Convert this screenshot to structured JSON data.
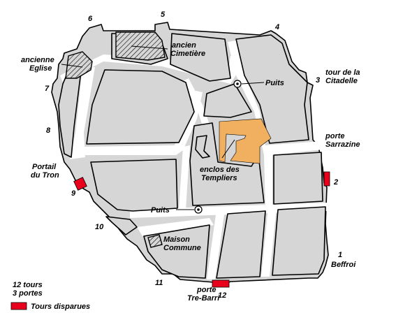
{
  "labels": {
    "ancien_cimetiere_1": "ancien",
    "ancien_cimetiere_2": "Cimetière",
    "ancienne_eglise_1": "ancienne",
    "ancienne_eglise_2": "Eglise",
    "puits_north": "Puits",
    "tour_citadelle_1": "tour de la",
    "tour_citadelle_2": "Citadelle",
    "porte_sarrazine_1": "porte",
    "porte_sarrazine_2": "Sarrazine",
    "enclos_templiers_1": "enclos des",
    "enclos_templiers_2": "Templiers",
    "portail_tron_1": "Portail",
    "portail_tron_2": "du Tron",
    "puits_south": "Puits",
    "maison_commune_1": "Maison",
    "maison_commune_2": "Commune",
    "beffroi": "Beffroi",
    "porte_tre_barri_1": "porte",
    "porte_tre_barri_2": "Tre-Barri"
  },
  "tower_numbers": {
    "t1": "1",
    "t2": "2",
    "t3": "3",
    "t4": "4",
    "t5": "5",
    "t6": "6",
    "t7": "7",
    "t8": "8",
    "t9": "9",
    "t10": "10",
    "t11": "11",
    "t12": "12"
  },
  "legend": {
    "towers_count": "12 tours",
    "gates_count": "3 portes",
    "missing_towers": "Tours disparues"
  },
  "colors": {
    "templar_enclosure": "#f0b060",
    "missing_tower": "#e8001c",
    "block_fill": "#d6d6d6"
  }
}
